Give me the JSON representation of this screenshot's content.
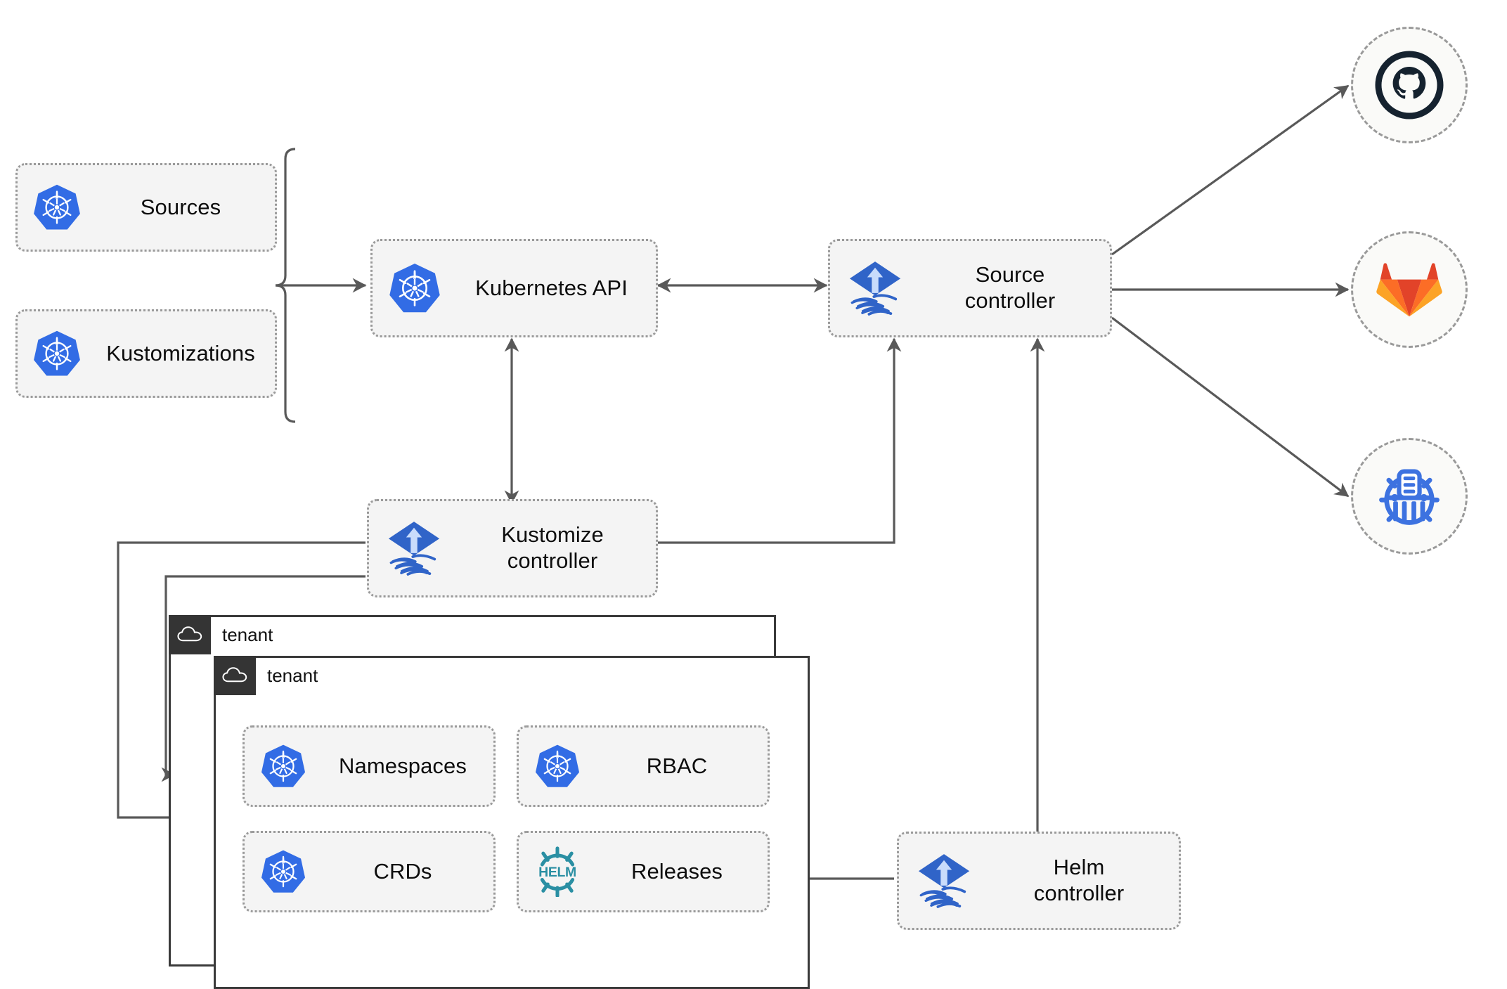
{
  "diagram": {
    "title": "Flux GitOps toolkit architecture",
    "colors": {
      "node_fill": "#f4f4f4",
      "node_border": "#9a9a9a",
      "edge": "#595959",
      "kubernetes_blue": "#326ce5",
      "flux_blue": "#3064c8",
      "helm_teal": "#2a8fa3",
      "github_navy": "#15222f",
      "gitlab_orange": "#e24329",
      "gitlab_light_orange": "#fca326",
      "gitlab_mid_orange": "#fc6d26",
      "bucket_blue": "#3d72e0",
      "tenant_bar": "#343434",
      "tenant_border": "#3a3a3a"
    },
    "resources": [
      {
        "id": "sources",
        "label": "Sources",
        "icon": "kubernetes-icon"
      },
      {
        "id": "kustomizations",
        "label": "Kustomizations",
        "icon": "kubernetes-icon"
      }
    ],
    "core": [
      {
        "id": "kubernetes-api",
        "label": "Kubernetes API",
        "icon": "kubernetes-icon"
      },
      {
        "id": "source-controller",
        "label": "Source\ncontroller",
        "icon": "flux-icon"
      },
      {
        "id": "kustomize-controller",
        "label": "Kustomize\ncontroller",
        "icon": "flux-icon"
      },
      {
        "id": "helm-controller",
        "label": "Helm\ncontroller",
        "icon": "flux-icon"
      }
    ],
    "externals": [
      {
        "id": "github",
        "icon": "github-icon",
        "name": "GitHub"
      },
      {
        "id": "gitlab",
        "icon": "gitlab-icon",
        "name": "GitLab"
      },
      {
        "id": "bucket",
        "icon": "helm-repository-icon",
        "name": "Chart repository"
      }
    ],
    "tenants": [
      {
        "id": "tenant-back",
        "label": "tenant",
        "icon": "cloud-icon"
      },
      {
        "id": "tenant-front",
        "label": "tenant",
        "icon": "cloud-icon"
      }
    ],
    "tenant_resources": [
      {
        "id": "namespaces",
        "label": "Namespaces",
        "icon": "kubernetes-icon"
      },
      {
        "id": "rbac",
        "label": "RBAC",
        "icon": "kubernetes-icon"
      },
      {
        "id": "crds",
        "label": "CRDs",
        "icon": "kubernetes-icon"
      },
      {
        "id": "releases",
        "label": "Releases",
        "icon": "helm-icon"
      }
    ],
    "edges": [
      {
        "from": "sources",
        "to": "kubernetes-api",
        "style": "bracket-merge",
        "direction": "one-way"
      },
      {
        "from": "kustomizations",
        "to": "kubernetes-api",
        "style": "bracket-merge",
        "direction": "one-way"
      },
      {
        "from": "kubernetes-api",
        "to": "source-controller",
        "style": "straight",
        "direction": "two-way"
      },
      {
        "from": "kubernetes-api",
        "to": "kustomize-controller",
        "style": "straight",
        "direction": "two-way"
      },
      {
        "from": "source-controller",
        "to": "github",
        "style": "straight",
        "direction": "one-way"
      },
      {
        "from": "source-controller",
        "to": "gitlab",
        "style": "straight",
        "direction": "one-way"
      },
      {
        "from": "source-controller",
        "to": "bucket",
        "style": "straight",
        "direction": "one-way"
      },
      {
        "from": "kustomize-controller",
        "to": "source-controller",
        "style": "orthogonal",
        "direction": "one-way"
      },
      {
        "from": "helm-controller",
        "to": "source-controller",
        "style": "orthogonal",
        "direction": "one-way"
      },
      {
        "from": "helm-controller",
        "to": "releases",
        "style": "straight",
        "direction": "one-way"
      },
      {
        "from": "kustomize-controller",
        "to": "tenant-back",
        "style": "orthogonal",
        "direction": "one-way"
      },
      {
        "from": "kustomize-controller",
        "to": "tenant-front",
        "style": "orthogonal",
        "direction": "one-way"
      }
    ]
  }
}
